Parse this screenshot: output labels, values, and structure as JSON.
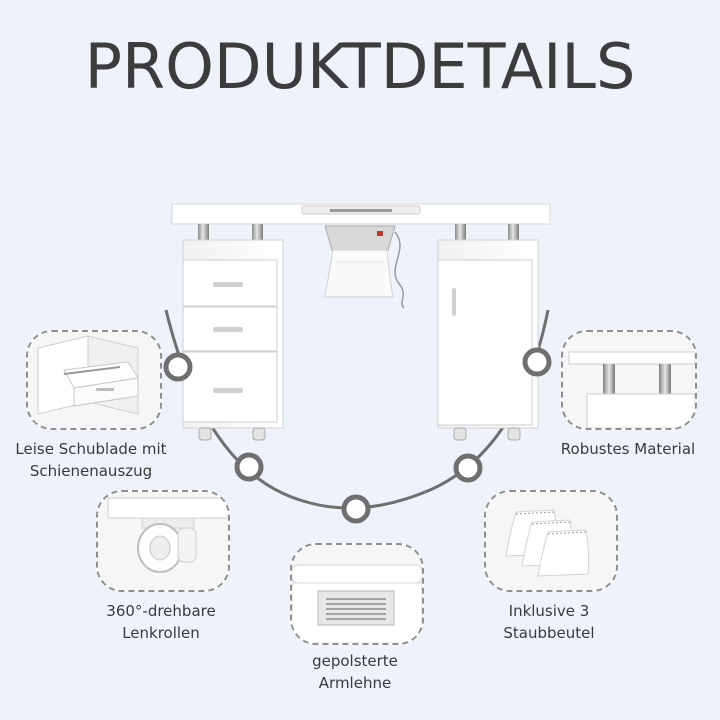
{
  "header": {
    "title": "PRODUKTDETAILS"
  },
  "features": [
    {
      "line1": "Leise Schublade mit",
      "line2": "Schienenauszug",
      "icon": "drawer-rail-detail"
    },
    {
      "line1": "Robustes Material",
      "line2": "",
      "icon": "steel-leg-detail"
    },
    {
      "line1": "360°-drehbare",
      "line2": "Lenkrollen",
      "icon": "caster-wheel-detail"
    },
    {
      "line1": "Inklusive 3",
      "line2": "Staubbeutel",
      "icon": "dust-bag-detail"
    },
    {
      "line1": "gepolsterte",
      "line2": "Armlehne",
      "icon": "armrest-detail"
    }
  ],
  "colors": {
    "background": "#eef3fb",
    "arc": "#6f6f6f",
    "text": "#3a3a3a",
    "furniture": "#ffffff"
  }
}
